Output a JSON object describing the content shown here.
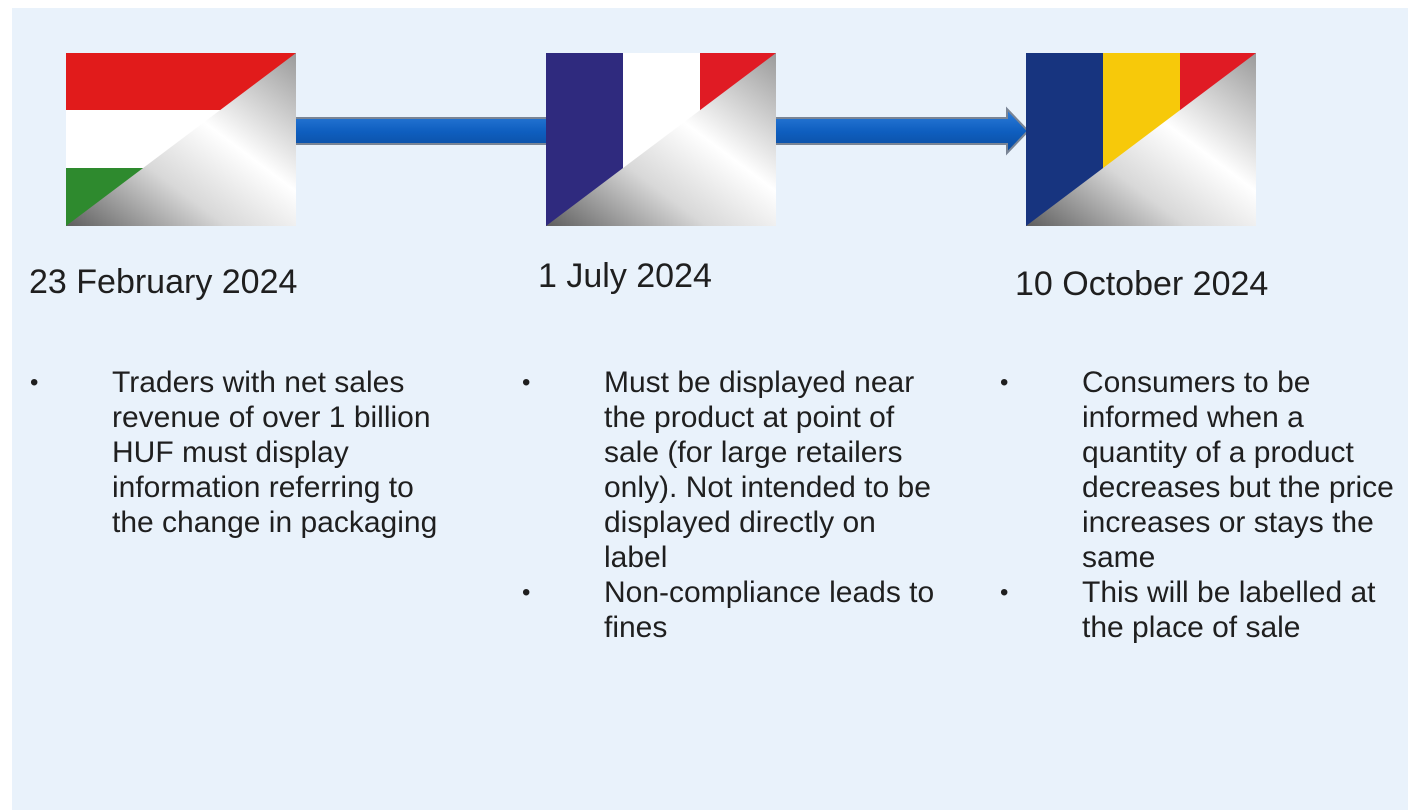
{
  "colors": {
    "background": "#e9f2fb",
    "arrow": "#0f5fc0",
    "arrow_outline": "#7a8595",
    "hungary": [
      "#e11b1b",
      "#ffffff",
      "#2e8a2e"
    ],
    "france": [
      "#2f2a7e",
      "#ffffff",
      "#e01b24"
    ],
    "romania": [
      "#17347f",
      "#f7c90a",
      "#e01b24"
    ]
  },
  "timeline": [
    {
      "flag_icon": "hungary-flag-icon",
      "date": "23 February 2024",
      "bullets": [
        "Traders with net sales revenue of over 1 billion HUF must display information referring to the change in packaging"
      ]
    },
    {
      "flag_icon": "france-flag-icon",
      "date": "1 July 2024",
      "bullets": [
        "Must be displayed near the product at point of sale (for large retailers only). Not intended to be displayed directly on label",
        "Non-compliance leads to fines"
      ]
    },
    {
      "flag_icon": "romania-flag-icon",
      "date": "10 October 2024",
      "bullets": [
        "Consumers to be informed when a quantity of a product decreases but the price increases or stays the same",
        "This will be labelled at the place of sale"
      ]
    }
  ]
}
